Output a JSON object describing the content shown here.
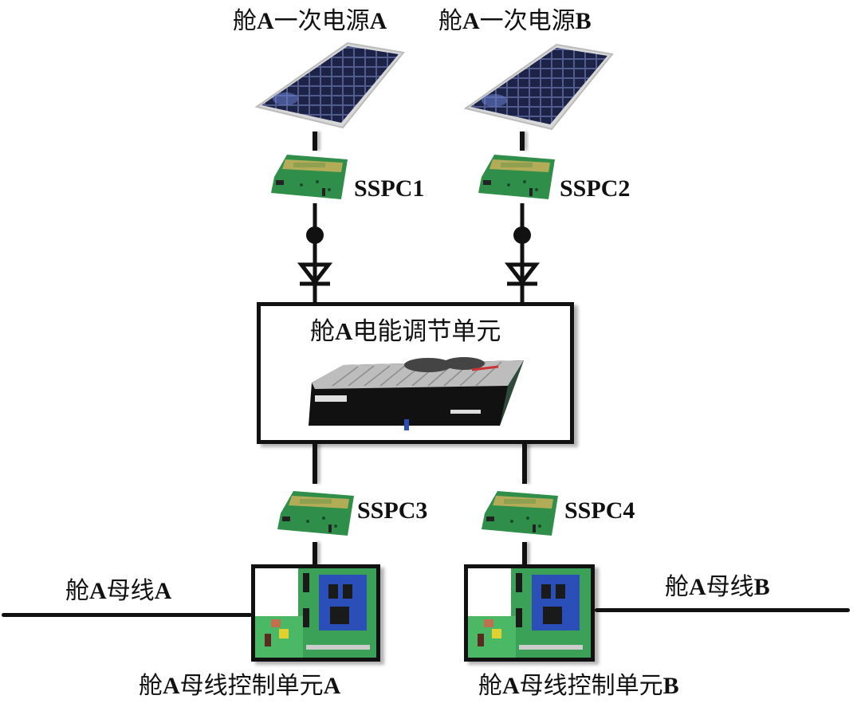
{
  "sources": [
    {
      "id": "source-a",
      "label_parts": [
        "舱",
        "A",
        "一次电源",
        "A"
      ]
    },
    {
      "id": "source-b",
      "label_parts": [
        "舱",
        "A",
        "一次电源",
        "B"
      ]
    }
  ],
  "sspc": [
    {
      "id": "sspc1",
      "label": "SSPC1"
    },
    {
      "id": "sspc2",
      "label": "SSPC2"
    },
    {
      "id": "sspc3",
      "label": "SSPC3"
    },
    {
      "id": "sspc4",
      "label": "SSPC4"
    }
  ],
  "regulator": {
    "label_parts": [
      "舱",
      "A",
      "电能调节单元"
    ]
  },
  "buses": [
    {
      "id": "bus-a",
      "label_parts": [
        "舱",
        "A",
        "母线",
        "A"
      ]
    },
    {
      "id": "bus-b",
      "label_parts": [
        "舱",
        "A",
        "母线",
        "B"
      ]
    }
  ],
  "bus_controllers": [
    {
      "id": "bcu-a",
      "label_parts": [
        "舱",
        "A",
        "母线控制单元",
        "A"
      ]
    },
    {
      "id": "bcu-b",
      "label_parts": [
        "舱",
        "A",
        "母线控制单元",
        "B"
      ]
    }
  ],
  "colors": {
    "line": "#111111",
    "panel_dark": "#1a1f3a",
    "panel_cell": "#2a3160",
    "pcb_green": "#2f8f4a",
    "pcb_gold": "#c9b25a",
    "chip_blue": "#2b4fb8"
  }
}
